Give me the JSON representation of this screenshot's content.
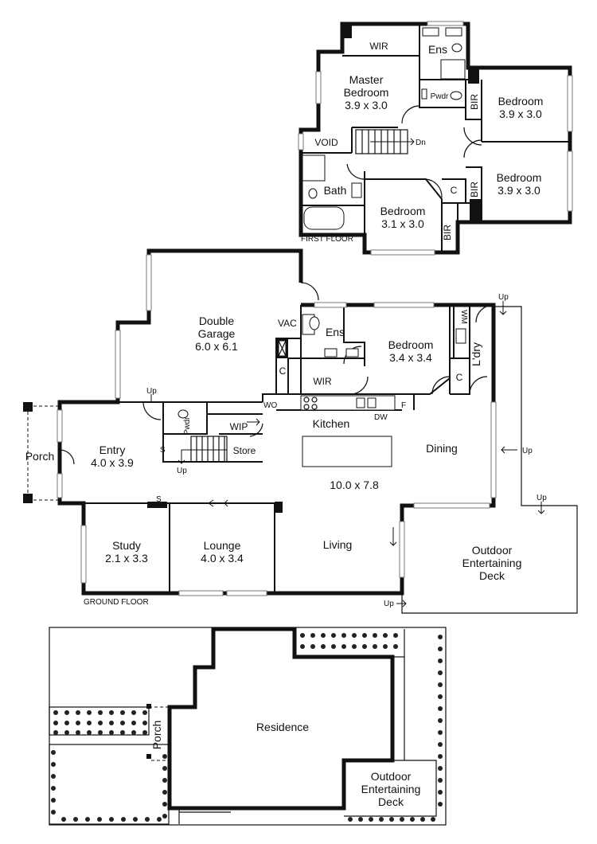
{
  "floors": {
    "first": "FIRST FLOOR",
    "ground": "GROUND FLOOR"
  },
  "first_floor": {
    "wir": "WIR",
    "ens": "Ens",
    "master_name1": "Master",
    "master_name2": "Bedroom",
    "master_size": "3.9 x 3.0",
    "pwdr": "Pwdr",
    "bir_a": "BIR",
    "bed2_name": "Bedroom",
    "bed2_size": "3.9 x 3.0",
    "void": "VOID",
    "dn": "Dn",
    "bath": "Bath",
    "closet": "C",
    "bir_b": "BIR",
    "bed3_name": "Bedroom",
    "bed3_size": "3.9 x 3.0",
    "bed4_name": "Bedroom",
    "bed4_size": "3.1 x 3.0",
    "bir_c": "BIR"
  },
  "ground_floor": {
    "garage_name1": "Double",
    "garage_name2": "Garage",
    "garage_size": "6.0 x 6.1",
    "vac": "VAC",
    "ens": "Ens",
    "bedroom_name": "Bedroom",
    "bedroom_size": "3.4 x 3.4",
    "wm": "WM",
    "ldry": "L'dry",
    "closet_a": "C",
    "closet_b": "C",
    "wir": "WIR",
    "up_garage": "Up",
    "wo": "WO",
    "fridge": "F",
    "dw": "DW",
    "kitchen": "Kitchen",
    "pwdr": "Pwdr",
    "wip": "WIP",
    "store": "Store",
    "s_a": "S",
    "s_b": "S",
    "up_stair": "Up",
    "porch": "Porch",
    "entry_name": "Entry",
    "entry_size": "4.0 x 3.9",
    "dining": "Dining",
    "living_size": "10.0 x 7.8",
    "study_name": "Study",
    "study_size": "2.1 x 3.3",
    "lounge_name": "Lounge",
    "lounge_size": "4.0 x 3.4",
    "living": "Living",
    "deck_1": "Outdoor",
    "deck_2": "Entertaining",
    "deck_3": "Deck",
    "up_top": "Up",
    "up_right": "Up",
    "up_deck": "Up",
    "up_bottom": "Up"
  },
  "site_plan": {
    "residence": "Residence",
    "porch": "Porch",
    "deck_1": "Outdoor",
    "deck_2": "Entertaining",
    "deck_3": "Deck"
  }
}
